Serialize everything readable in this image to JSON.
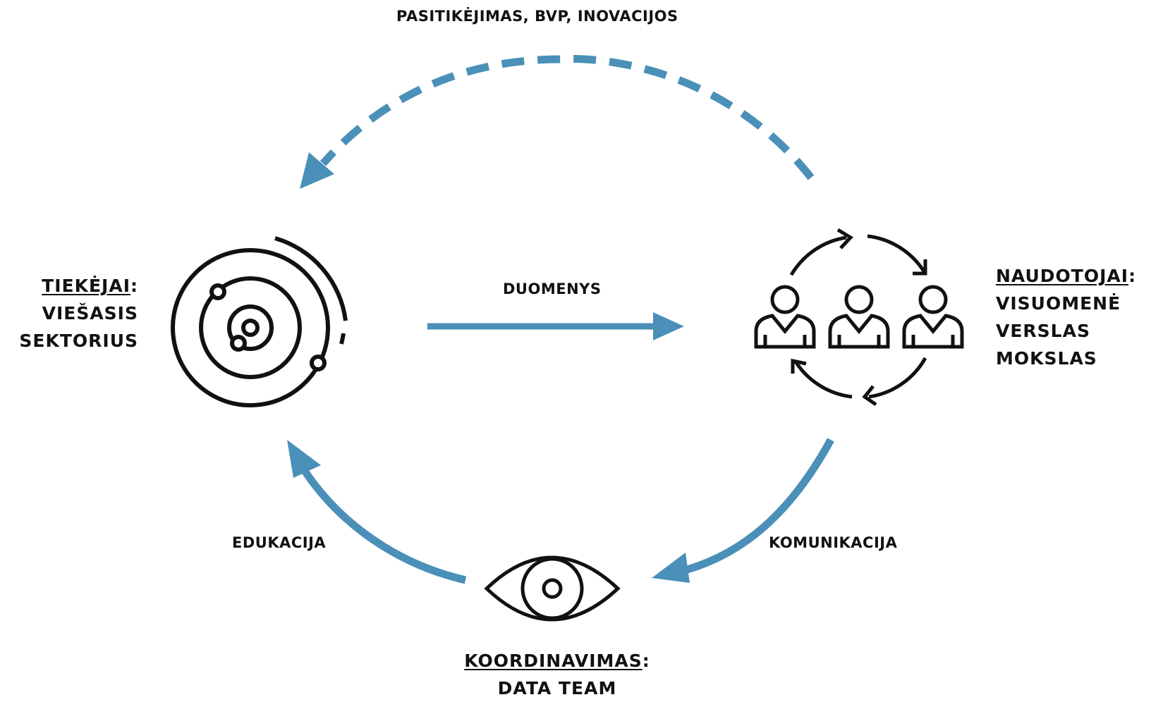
{
  "colors": {
    "arrow": "#4a90b8",
    "icon": "#111111"
  },
  "top_label": "PASITIKĖJIMAS, BVP, INOVACIJOS",
  "arrow_labels": {
    "data": "DUOMENYS",
    "education": "EDUKACIJA",
    "communication": "KOMUNIKACIJA"
  },
  "suppliers": {
    "title": "TIEKĖJAI",
    "colon": ":",
    "line1": "VIEŠASIS",
    "line2": "SEKTORIUS",
    "icon": "orbit-icon"
  },
  "users": {
    "title": "NAUDOTOJAI",
    "colon": ":",
    "line1": "VISUOMENĖ",
    "line2": "VERSLAS",
    "line3": "MOKSLAS",
    "icon": "people-cycle-icon"
  },
  "coordination": {
    "title": "KOORDINAVIMAS",
    "colon": ":",
    "line1": "DATA TEAM",
    "icon": "eye-icon"
  }
}
